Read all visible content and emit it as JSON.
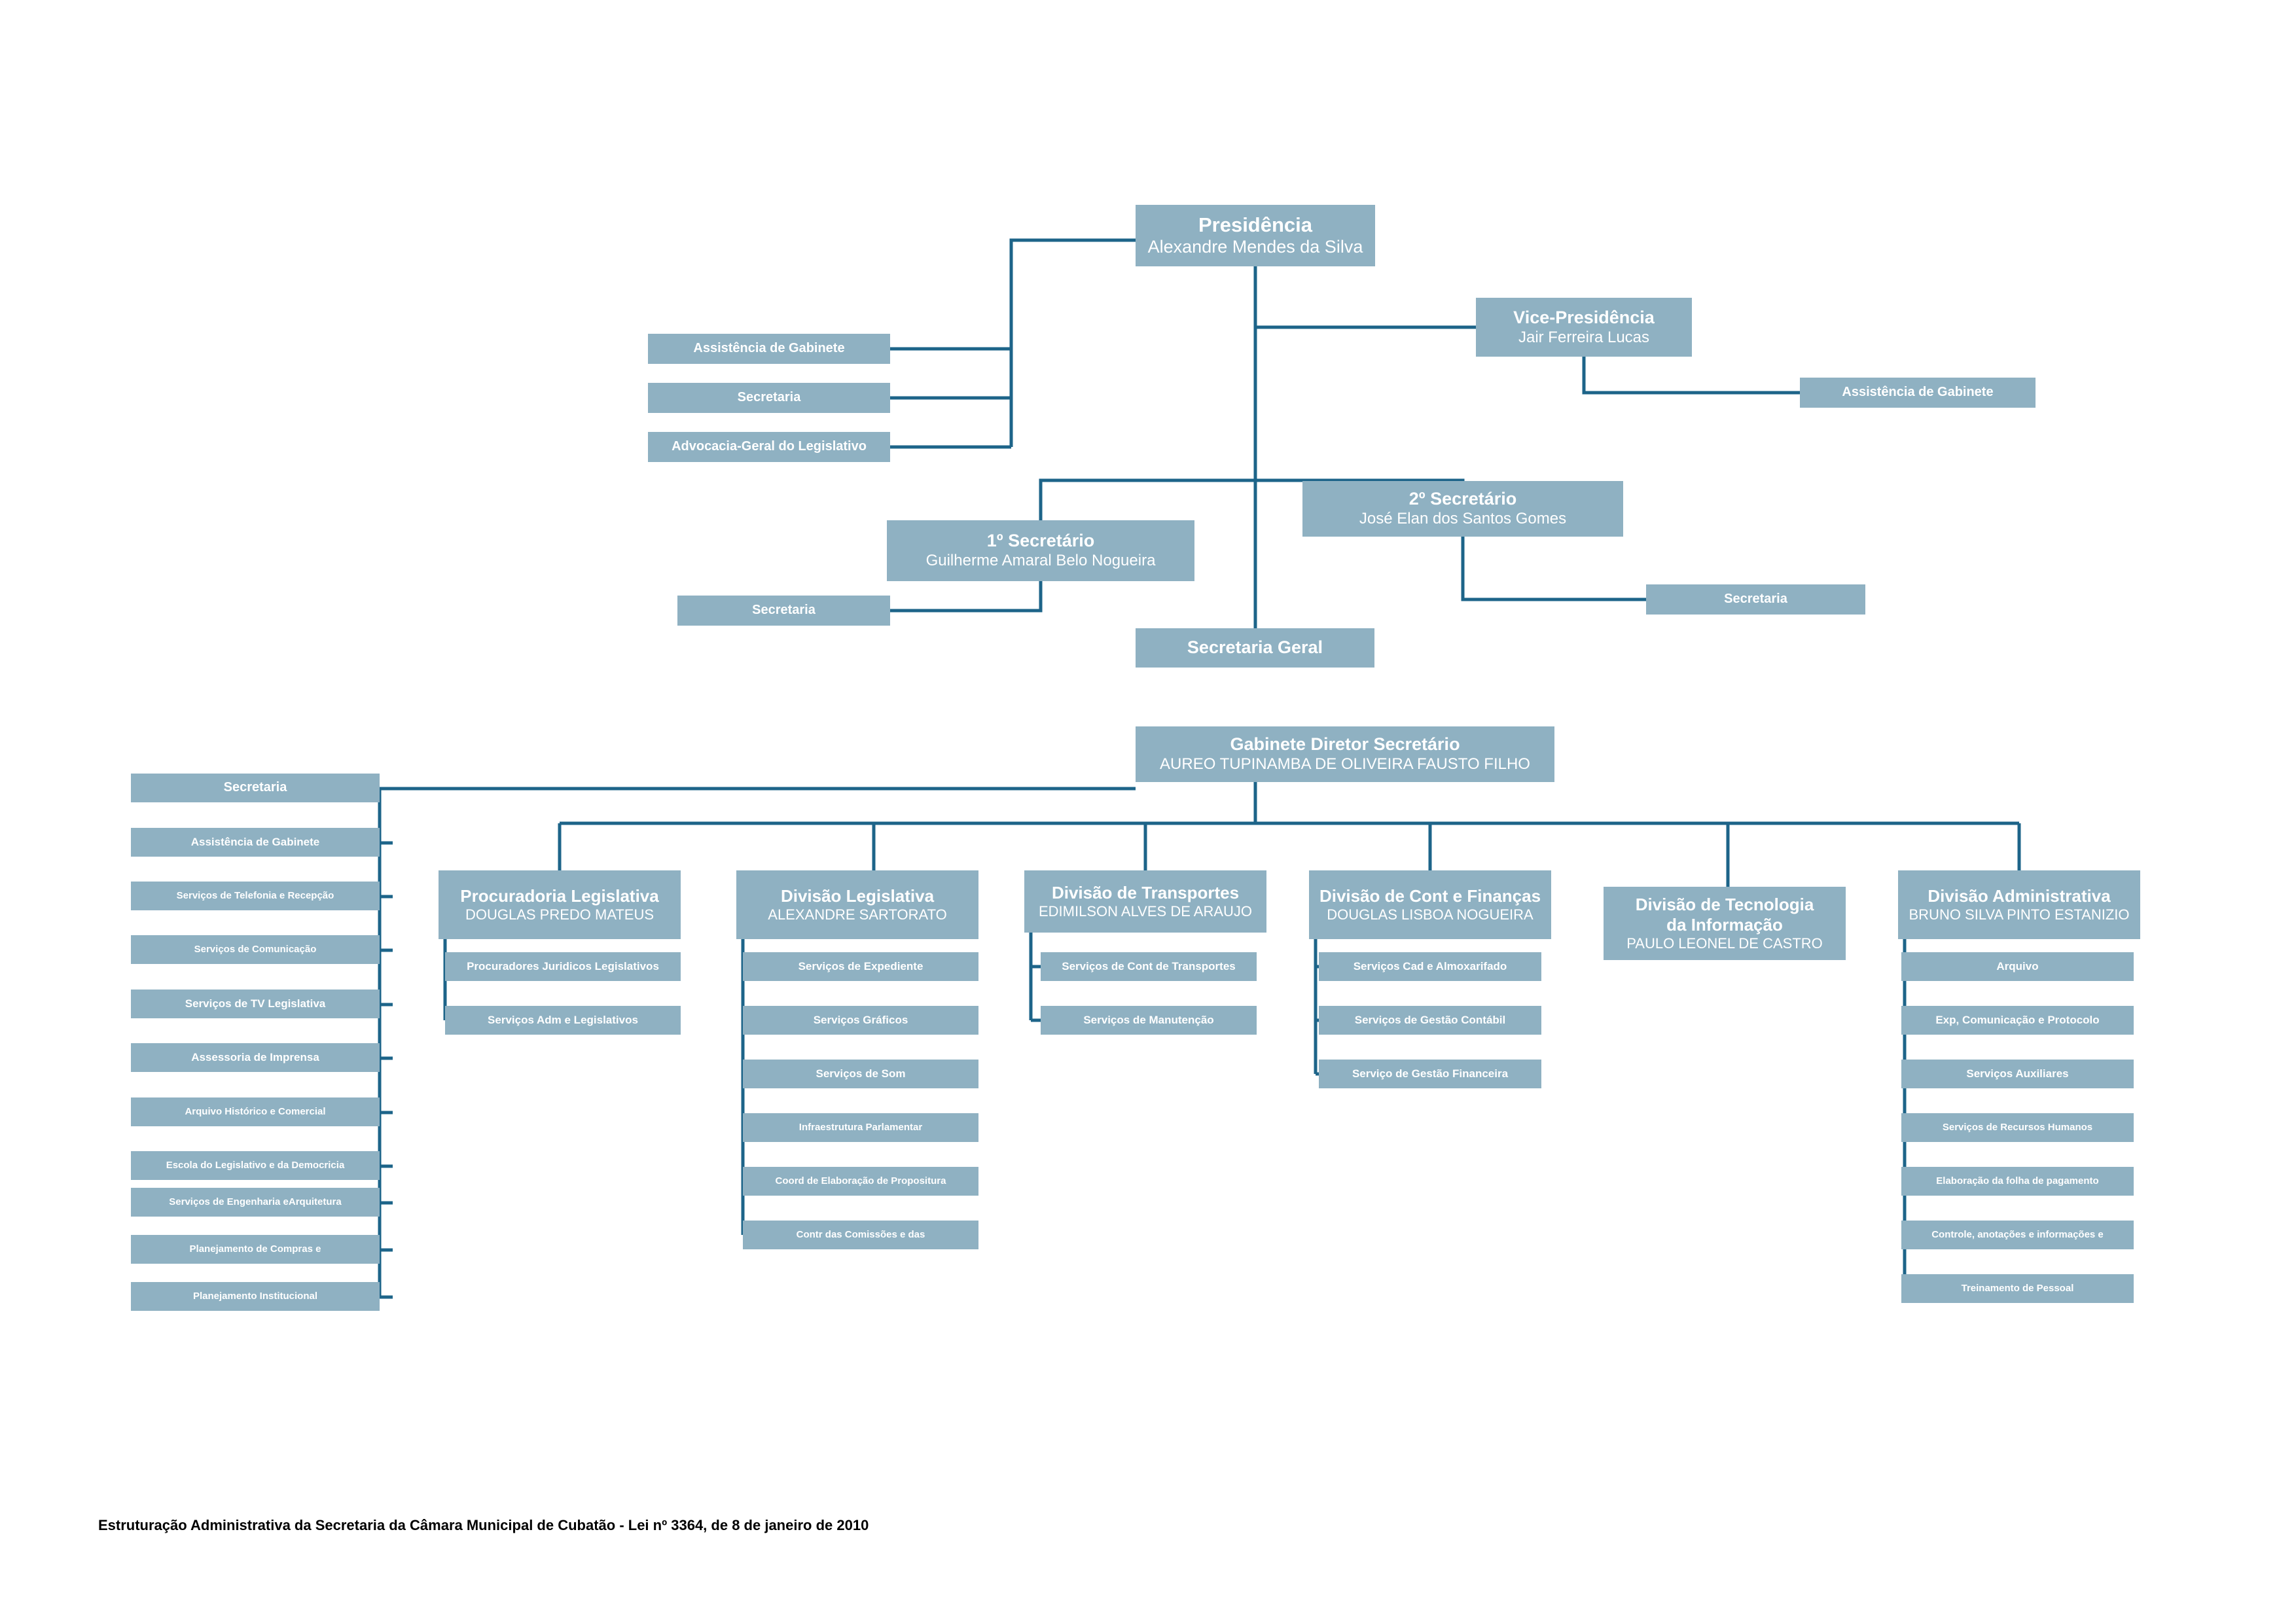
{
  "theme": {
    "box_fill": "#8fb1c2",
    "box_text": "#ffffff",
    "connector": "#1d6489",
    "page_bg": "#ffffff"
  },
  "footer": {
    "caption": "Estruturação Administrativa da Secretaria da Câmara Municipal de Cubatão - Lei nº 3364, de 8 de janeiro de 2010"
  },
  "nodes": {
    "presidencia": {
      "title": "Presidência",
      "person": "Alexandre Mendes da Silva"
    },
    "vice_presidencia": {
      "title": "Vice-Presidência",
      "person": "Jair Ferreira Lucas"
    },
    "pres_assist": {
      "title": "Assistência de Gabinete"
    },
    "pres_secretaria": {
      "title": "Secretaria"
    },
    "pres_advocacia": {
      "title": "Advocacia-Geral do Legislativo"
    },
    "vice_assist": {
      "title": "Assistência de Gabinete"
    },
    "sec1": {
      "title": "1º Secretário",
      "person": "Guilherme Amaral Belo Nogueira"
    },
    "sec1_secretaria": {
      "title": "Secretaria"
    },
    "sec2": {
      "title": "2º  Secretário",
      "person": "José Elan dos Santos Gomes"
    },
    "sec2_secretaria": {
      "title": "Secretaria"
    },
    "secretaria_geral": {
      "title": "Secretaria Geral"
    },
    "gabinete": {
      "title": "Gabinete Diretor Secretário",
      "person": "AUREO TUPINAMBA DE OLIVEIRA FAUSTO FILHO"
    }
  },
  "gabinete_staff": [
    {
      "label": "Secretaria"
    },
    {
      "label": "Assistência de Gabinete"
    },
    {
      "label": "Serviços de Telefonia e Recepção"
    },
    {
      "label": "Serviços de Comunicação"
    },
    {
      "label": "Serviços de TV Legislativa"
    },
    {
      "label": "Assessoria de Imprensa"
    },
    {
      "label": "Arquivo Histórico e Comercial"
    },
    {
      "label": "Escola do Legislativo e da Democricia"
    },
    {
      "label": "Serviços de Engenharia eArquitetura"
    },
    {
      "label": "Planejamento de Compras e"
    },
    {
      "label": "Planejamento Institucional"
    }
  ],
  "divisions": [
    {
      "title": "Procuradoria Legislativa",
      "person": "DOUGLAS PREDO MATEUS",
      "children": [
        {
          "label": "Procuradores Juridicos Legislativos"
        },
        {
          "label": "Serviços Adm e Legislativos"
        }
      ]
    },
    {
      "title": "Divisão Legislativa",
      "person": "ALEXANDRE SARTORATO",
      "children": [
        {
          "label": "Serviços de Expediente"
        },
        {
          "label": "Serviços Gráficos"
        },
        {
          "label": "Serviços de Som"
        },
        {
          "label": "Infraestrutura Parlamentar"
        },
        {
          "label": "Coord de Elaboração de Propositura"
        },
        {
          "label": "Contr das Comissões e das"
        }
      ]
    },
    {
      "title": "Divisão de Transportes",
      "person": "EDIMILSON ALVES DE ARAUJO",
      "children": [
        {
          "label": "Serviços de Cont de Transportes"
        },
        {
          "label": "Serviços de Manutenção"
        }
      ]
    },
    {
      "title": "Divisão de Cont e Finanças",
      "person": "DOUGLAS LISBOA NOGUEIRA",
      "children": [
        {
          "label": "Serviços Cad e Almoxarifado"
        },
        {
          "label": "Serviços de Gestão Contábil"
        },
        {
          "label": "Serviço de Gestão Financeira"
        }
      ]
    },
    {
      "title": "Divisão de Tecnologia\nda Informação",
      "person": "PAULO LEONEL DE CASTRO",
      "children": []
    },
    {
      "title": "Divisão Administrativa",
      "person": "BRUNO SILVA PINTO ESTANIZIO",
      "children": [
        {
          "label": "Arquivo"
        },
        {
          "label": "Exp, Comunicação e Protocolo"
        },
        {
          "label": "Serviços Auxiliares"
        },
        {
          "label": "Serviços de Recursos Humanos"
        },
        {
          "label": "Elaboração da folha de pagamento"
        },
        {
          "label": "Controle, anotações e informações e"
        },
        {
          "label": "Treinamento de Pessoal"
        }
      ]
    }
  ]
}
